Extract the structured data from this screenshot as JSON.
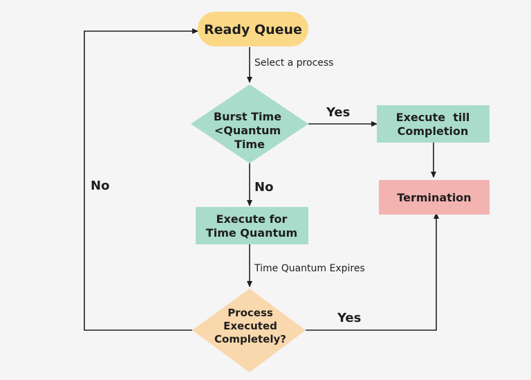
{
  "colors": {
    "background": "#f5f5f5",
    "ready_queue": "#fbd886",
    "decision_teal": "#a9dccb",
    "process_teal": "#a9dccb",
    "termination": "#f2b3b1",
    "decision_orange": "#f9d8ad",
    "line": "#1e1e1e"
  },
  "nodes": {
    "ready_queue": {
      "label": "Ready Queue"
    },
    "burst_check": {
      "lines": [
        "Burst Time",
        "<Quantum",
        "Time"
      ]
    },
    "execute_completion": {
      "lines": [
        "Execute  till",
        "Completion"
      ]
    },
    "termination": {
      "label": "Termination"
    },
    "execute_quantum": {
      "lines": [
        "Execute for",
        "Time Quantum"
      ]
    },
    "process_check": {
      "lines": [
        "Process",
        "Executed",
        "Completely?"
      ]
    }
  },
  "edges": {
    "select_process": "Select a process",
    "burst_yes": "Yes",
    "burst_no": "No",
    "quantum_expires": "Time Quantum Expires",
    "process_yes": "Yes",
    "process_no": "No"
  }
}
